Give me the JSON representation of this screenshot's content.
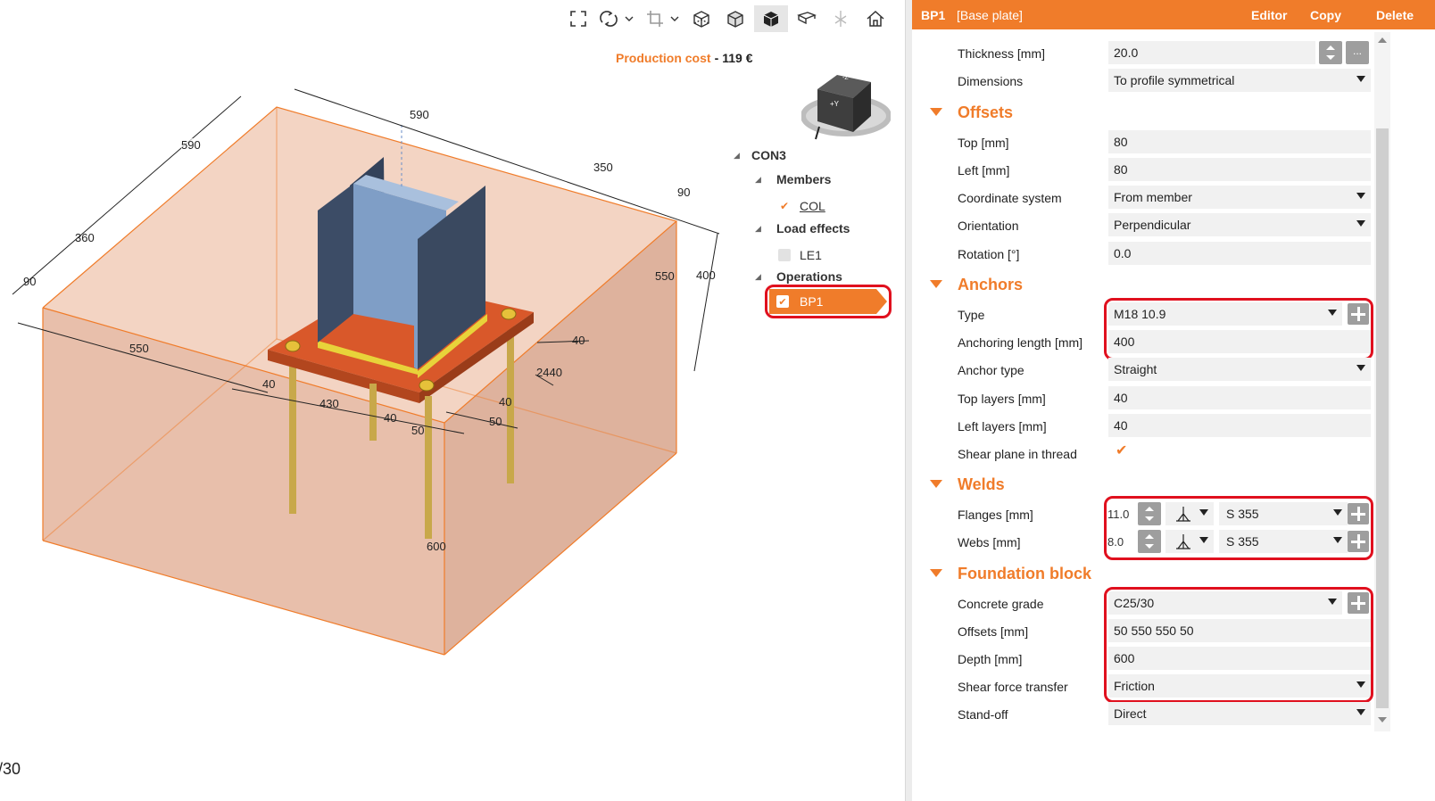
{
  "toolbar": {
    "icons": [
      "fit-view-icon",
      "rotate-icon",
      "chevron-down-icon",
      "crop-icon",
      "chevron-down-icon",
      "wireframe-view-icon",
      "transparent-view-icon",
      "solid-view-icon",
      "section-view-icon",
      "axis-icon",
      "home-icon"
    ],
    "active": "solid-view-icon"
  },
  "production_cost": {
    "label": "Production cost",
    "separator": "-",
    "value": "119 €"
  },
  "navcube": {
    "face_label": "+Y",
    "top_label": "-Z"
  },
  "dimensions": {
    "d590a": "590",
    "d590b": "590",
    "d350": "350",
    "d90a": "90",
    "d360": "360",
    "d90b": "90",
    "d550a": "550",
    "d550b": "550",
    "d400": "400",
    "d40a": "40",
    "d2440": "2440",
    "d40b": "40",
    "d40c": "40",
    "d40d": "40",
    "d430": "430",
    "d50a": "50",
    "d50b": "50",
    "d600": "600"
  },
  "tree": {
    "root": "CON3",
    "members_label": "Members",
    "member_col": "COL",
    "load_effects_label": "Load effects",
    "load_le1": "LE1",
    "operations_label": "Operations",
    "operation_bp1": "BP1"
  },
  "corner_text": "/30",
  "panel": {
    "header": {
      "id": "BP1",
      "name": "[Base plate]",
      "editor": "Editor",
      "copy": "Copy",
      "delete": "Delete"
    },
    "thickness": {
      "label": "Thickness [mm]",
      "value": "20.0",
      "more": "..."
    },
    "dimensions": {
      "label": "Dimensions",
      "value": "To profile symmetrical"
    },
    "offsets_title": "Offsets",
    "top": {
      "label": "Top [mm]",
      "value": "80"
    },
    "left": {
      "label": "Left [mm]",
      "value": "80"
    },
    "coord": {
      "label": "Coordinate system",
      "value": "From member"
    },
    "orientation": {
      "label": "Orientation",
      "value": "Perpendicular"
    },
    "rotation": {
      "label": "Rotation [°]",
      "value": "0.0"
    },
    "anchors_title": "Anchors",
    "type": {
      "label": "Type",
      "value": "M18 10.9"
    },
    "anchoring_length": {
      "label": "Anchoring length [mm]",
      "value": "400"
    },
    "anchor_type": {
      "label": "Anchor type",
      "value": "Straight"
    },
    "top_layers": {
      "label": "Top layers [mm]",
      "value": "40"
    },
    "left_layers": {
      "label": "Left layers [mm]",
      "value": "40"
    },
    "shear_plane": {
      "label": "Shear plane in thread",
      "checked": true
    },
    "welds_title": "Welds",
    "flanges": {
      "label": "Flanges [mm]",
      "value": "11.0",
      "material": "S 355"
    },
    "webs": {
      "label": "Webs [mm]",
      "value": "8.0",
      "material": "S 355"
    },
    "foundation_title": "Foundation block",
    "concrete": {
      "label": "Concrete grade",
      "value": "C25/30"
    },
    "fb_offsets": {
      "label": "Offsets [mm]",
      "value": "50 550 550 50"
    },
    "depth": {
      "label": "Depth [mm]",
      "value": "600"
    },
    "shear_transfer": {
      "label": "Shear force transfer",
      "value": "Friction"
    },
    "stand_off": {
      "label": "Stand-off",
      "value": "Direct"
    }
  },
  "colors": {
    "accent": "#f07c2a",
    "highlight": "#e0101e",
    "concrete": "#e9bfa8",
    "steel": "#7f9ec6",
    "plate": "#c9531f",
    "anchor": "#c8a84a"
  }
}
